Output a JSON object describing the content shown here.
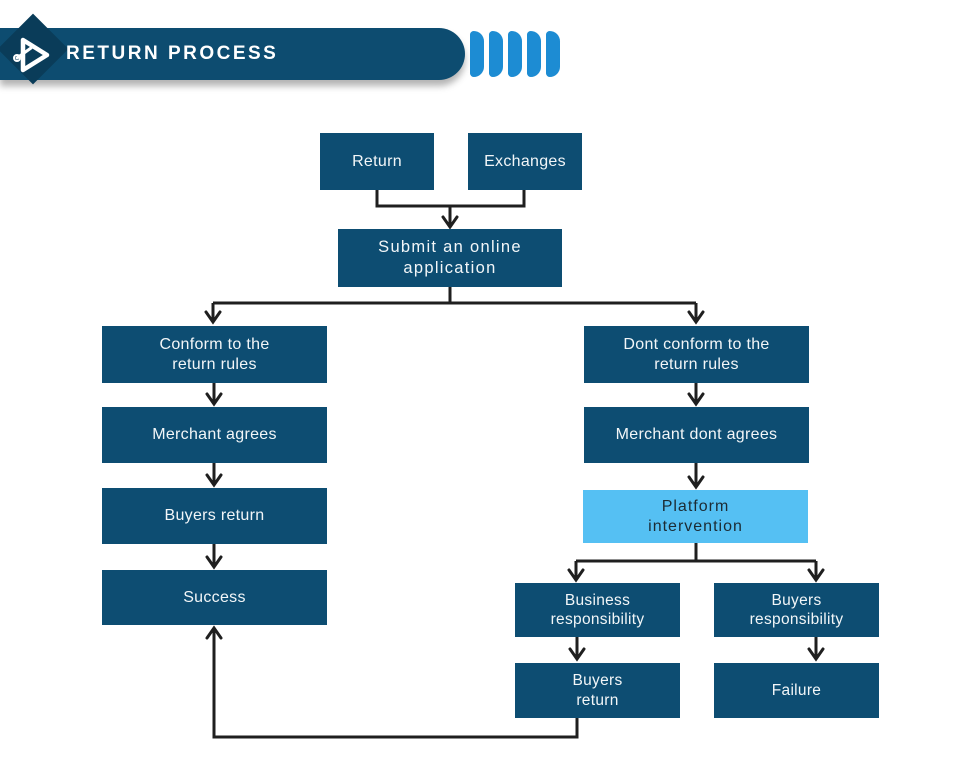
{
  "header": {
    "title": "RETURN PROCESS",
    "logo_icon": "play-triangle-wrench-icon",
    "decoration": "five-blue-chevron-stripes"
  },
  "colors": {
    "banner": "#0d4c70",
    "banner_dark": "#0a3c59",
    "chevron": "#1d8cd3",
    "node_dark": "#0d4d72",
    "node_highlight": "#55c0f3",
    "node_text_light": "#f2f6f8",
    "node_text_dark": "#1c2b33",
    "connector": "#1f1f1f"
  },
  "nodes": [
    {
      "id": "return",
      "label": "Return"
    },
    {
      "id": "exchanges",
      "label": "Exchanges"
    },
    {
      "id": "submit",
      "label": "Submit an online\napplication"
    },
    {
      "id": "conform",
      "label": "Conform to the\nreturn rules"
    },
    {
      "id": "merchant-agrees",
      "label": "Merchant agrees"
    },
    {
      "id": "buyers-return",
      "label": "Buyers return"
    },
    {
      "id": "success",
      "label": "Success"
    },
    {
      "id": "dont-conform",
      "label": "Dont conform to the\nreturn rules"
    },
    {
      "id": "merchant-dont-agrees",
      "label": "Merchant dont agrees"
    },
    {
      "id": "platform-intervention",
      "label": "Platform\nintervention"
    },
    {
      "id": "business-responsibility",
      "label": "Business\nresponsibility"
    },
    {
      "id": "buyers-responsibility",
      "label": "Buyers\nresponsibility"
    },
    {
      "id": "buyers-return-2",
      "label": "Buyers\nreturn"
    },
    {
      "id": "failure",
      "label": "Failure"
    }
  ],
  "edges": [
    "return -> submit",
    "exchanges -> submit",
    "submit -> conform",
    "submit -> dont-conform",
    "conform -> merchant-agrees",
    "merchant-agrees -> buyers-return",
    "buyers-return -> success",
    "dont-conform -> merchant-dont-agrees",
    "merchant-dont-agrees -> platform-intervention",
    "platform-intervention -> business-responsibility",
    "platform-intervention -> buyers-responsibility",
    "business-responsibility -> buyers-return-2",
    "buyers-responsibility -> failure",
    "buyers-return-2 -> success"
  ]
}
